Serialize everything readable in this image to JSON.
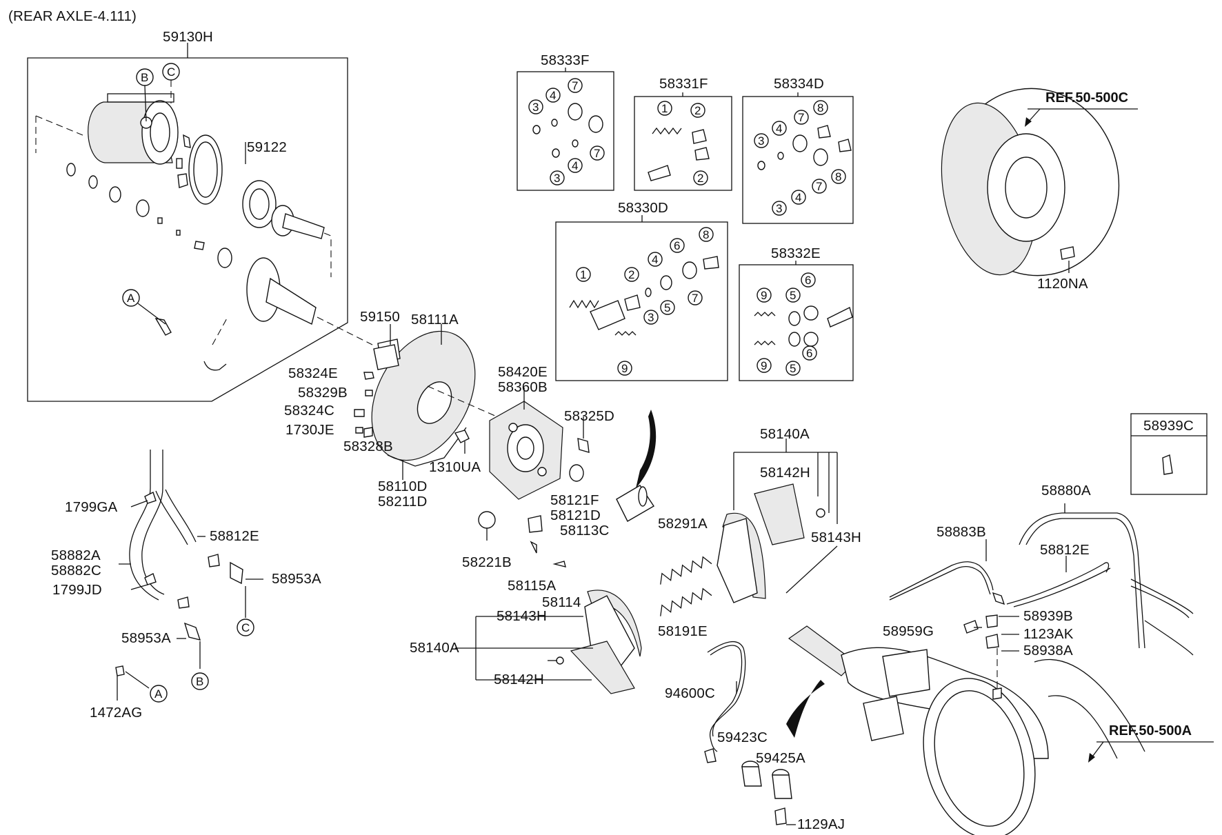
{
  "title": "(REAR AXLE-4.111)",
  "refs": {
    "r500C": "REF.50-500C",
    "r500A": "REF.50-500A"
  },
  "callouts": {
    "a": "A",
    "b": "B",
    "c": "C"
  },
  "kits": {
    "n1": "1",
    "n2": "2",
    "n3": "3",
    "n4": "4",
    "n5": "5",
    "n6": "6",
    "n7": "7",
    "n8": "8",
    "n9": "9"
  },
  "labels": {
    "p59130H": "59130H",
    "p59122": "59122",
    "p58333F": "58333F",
    "p58331F": "58331F",
    "p58334D": "58334D",
    "p58330D": "58330D",
    "p58332E": "58332E",
    "p1120NA": "1120NA",
    "p58939C": "58939C",
    "p59150": "59150",
    "p58111A": "58111A",
    "p58324E": "58324E",
    "p58329B": "58329B",
    "p58324C": "58324C",
    "p1730JE": "1730JE",
    "p58328B": "58328B",
    "p58110D": "58110D",
    "p58211D": "58211D",
    "p58420E": "58420E",
    "p58360B": "58360B",
    "p1310UA": "1310UA",
    "p58325D": "58325D",
    "p58121F": "58121F",
    "p58121D": "58121D",
    "p58113C": "58113C",
    "p58221B": "58221B",
    "p58115A": "58115A",
    "p58114": "58114",
    "p58143H": "58143H",
    "p58140A": "58140A",
    "p58142H": "58142H",
    "p58291A": "58291A",
    "p58191E": "58191E",
    "p1799GA": "1799GA",
    "p58812E": "58812E",
    "p58882A": "58882A",
    "p58882C": "58882C",
    "p1799JD": "1799JD",
    "p58953A": "58953A",
    "p1472AG": "1472AG",
    "p58880A": "58880A",
    "p58883B": "58883B",
    "p58939B": "58939B",
    "p58959G": "58959G",
    "p1123AK": "1123AK",
    "p58938A": "58938A",
    "p94600C": "94600C",
    "p59423C": "59423C",
    "p59425A": "59425A",
    "p1129AJ": "1129AJ"
  }
}
